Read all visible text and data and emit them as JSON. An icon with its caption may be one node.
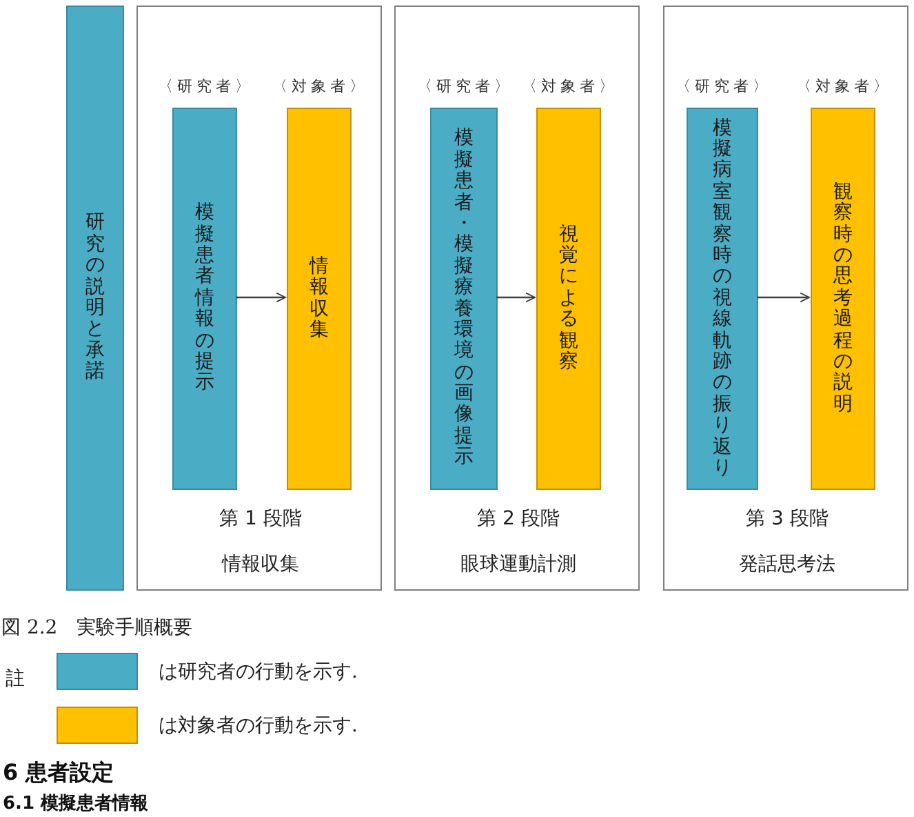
{
  "diagram": {
    "caption": "図 2.2　実験手順概要",
    "nodes": [
      {
        "text": [
          "研究の説明と承諾"
        ]
      },
      {
        "text": [
          "〈研究者〉",
          "〈対象者〉",
          "第 1 段階",
          "情報収集"
        ]
      },
      {
        "text": [
          "模擬患者情報の提示"
        ],
        "in": 1
      },
      {
        "text": [
          "情報収集"
        ],
        "in": 1
      },
      {
        "text": [
          "〈研究者〉",
          "〈対象者〉",
          "第 2 段階",
          "眼球運動計測"
        ]
      },
      {
        "text": [
          "模擬患者・模擬療養環境の画像提示"
        ],
        "in": 4
      },
      {
        "text": [
          "視覚による観察"
        ],
        "in": 4
      },
      {
        "text": [
          "〈研究者〉",
          "〈対象者〉",
          "第 3 段階",
          "発話思考法"
        ]
      },
      {
        "text": [
          "模擬病室観察時の視線軌跡の振り返り"
        ],
        "in": 7
      },
      {
        "text": [
          "観察時の思考過程の説明"
        ],
        "in": 7
      }
    ],
    "edges": [
      {
        "from": 2,
        "to": 3,
        "arrow": "to"
      },
      {
        "from": 5,
        "to": 6,
        "arrow": "to"
      },
      {
        "from": 8,
        "to": 9,
        "arrow": "to"
      }
    ],
    "labels": [
      "註",
      "6 患者設定",
      "6.1 模擬患者情報"
    ],
    "legend": [
      {
        "text": "は研究者の行動を示す.",
        "color": "#4bacc6"
      },
      {
        "text": "は対象者の行動を示す.",
        "color": "#ffc000"
      }
    ]
  }
}
